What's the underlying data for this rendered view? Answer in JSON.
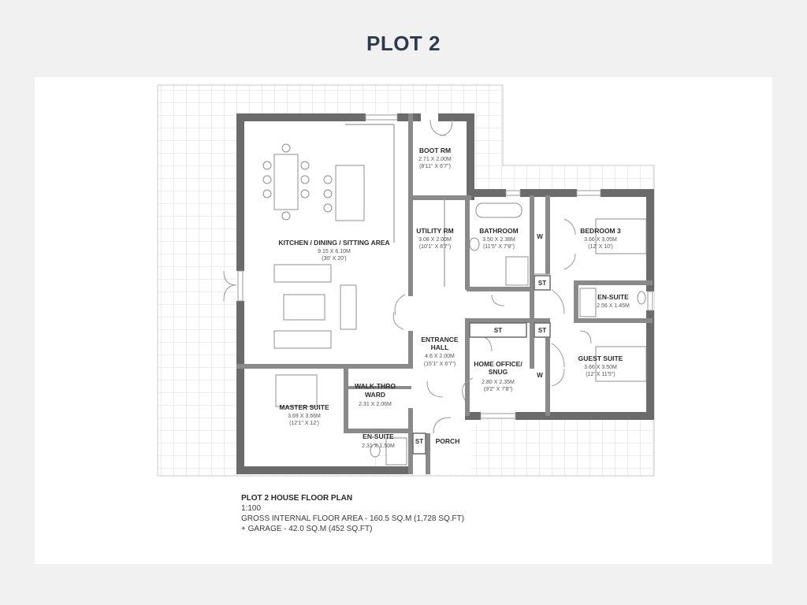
{
  "page": {
    "title": "PLOT 2"
  },
  "plan": {
    "rooms": {
      "kitchen": {
        "name": "KITCHEN / DINING / SITTING AREA",
        "dims_m": "9.15 X 6.10M",
        "dims_ft": "(30' X 20')"
      },
      "boot": {
        "name": "BOOT RM",
        "dims_m": "2.71 X 2.00M",
        "dims_ft": "(8'11\" X 6'7\")"
      },
      "utility": {
        "name": "UTILITY RM",
        "dims_m": "3.08 X 2.00M",
        "dims_ft": "(10'1\" X 6'7\")"
      },
      "bathroom": {
        "name": "BATHROOM",
        "dims_m": "3.50 X 2.38M",
        "dims_ft": "(11'5\" X 7'8\")"
      },
      "bedroom3": {
        "name": "BEDROOM 3",
        "dims_m": "3.66 X 3.05M",
        "dims_ft": "(12' X 10')"
      },
      "ensuite_right": {
        "name": "EN-SUITE",
        "dims_m": "2.56 X 1.45M"
      },
      "guest": {
        "name": "GUEST SUITE",
        "dims_m": "3.66 X 3.50M",
        "dims_ft": "(12' X 11'5\")"
      },
      "hall": {
        "name_line1": "ENTRANCE",
        "name_line2": "HALL",
        "dims_m": "4.6 X 2.00M",
        "dims_ft": "(15'1\" X 6'7\")"
      },
      "office": {
        "name_line1": "HOME OFFICE/",
        "name_line2": "SNUG",
        "dims_m": "2.80 X 2.35M",
        "dims_ft": "(9'2\" X 7'8\")"
      },
      "walkthru": {
        "name_line1": "WALK-THRO",
        "name_line2": "WARD",
        "dims_m": "2.31 X 2.06M"
      },
      "master": {
        "name": "MASTER SUITE",
        "dims_m": "3.69 X 3.66M",
        "dims_ft": "(12'1\" X 12')"
      },
      "ensuite_master": {
        "name": "EN-SUITE",
        "dims_m": "2.31 X 1.50M"
      },
      "porch": {
        "name": "PORCH"
      }
    },
    "marks": {
      "wardrobe": "W",
      "store": "ST"
    }
  },
  "notes": {
    "title": "PLOT 2 HOUSE FLOOR PLAN",
    "scale": "1:100",
    "gross_area": "GROSS INTERNAL FLOOR AREA - 160.5 SQ.M (1,728 SQ.FT)",
    "garage": "+ GARAGE - 42.0 SQ.M (452 SQ.FT)"
  }
}
